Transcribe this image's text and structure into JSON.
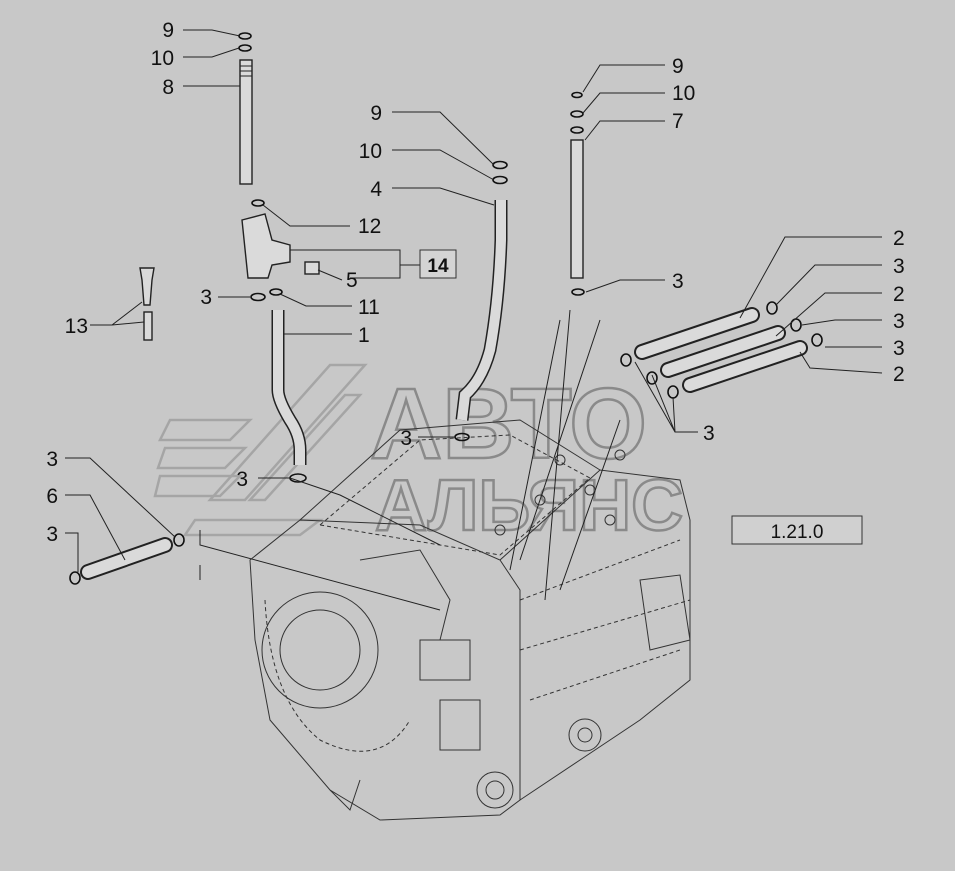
{
  "diagram": {
    "watermark": {
      "line1": "АВТО",
      "line2": "АЛЬЯНС"
    },
    "reference_box": "1.21.0",
    "group_box": "14",
    "callouts": [
      {
        "id": "c-9-top",
        "text": "9"
      },
      {
        "id": "c-10-top",
        "text": "10"
      },
      {
        "id": "c-8",
        "text": "8"
      },
      {
        "id": "c-12",
        "text": "12"
      },
      {
        "id": "c-5",
        "text": "5"
      },
      {
        "id": "c-3-left-top",
        "text": "3"
      },
      {
        "id": "c-11",
        "text": "11"
      },
      {
        "id": "c-1",
        "text": "1"
      },
      {
        "id": "c-13",
        "text": "13"
      },
      {
        "id": "c-9-mid",
        "text": "9"
      },
      {
        "id": "c-10-mid",
        "text": "10"
      },
      {
        "id": "c-4",
        "text": "4"
      },
      {
        "id": "c-3-mid",
        "text": "3"
      },
      {
        "id": "c-3-center",
        "text": "3"
      },
      {
        "id": "c-9-right",
        "text": "9"
      },
      {
        "id": "c-10-right",
        "text": "10"
      },
      {
        "id": "c-7",
        "text": "7"
      },
      {
        "id": "c-3-right",
        "text": "3"
      },
      {
        "id": "c-2-a",
        "text": "2"
      },
      {
        "id": "c-3-ra",
        "text": "3"
      },
      {
        "id": "c-2-b",
        "text": "2"
      },
      {
        "id": "c-3-rb",
        "text": "3"
      },
      {
        "id": "c-3-rc",
        "text": "3"
      },
      {
        "id": "c-2-c",
        "text": "2"
      },
      {
        "id": "c-3-rd",
        "text": "3"
      },
      {
        "id": "c-3-lower-left",
        "text": "3"
      },
      {
        "id": "c-6",
        "text": "6"
      },
      {
        "id": "c-3-bottom-left",
        "text": "3"
      }
    ]
  }
}
